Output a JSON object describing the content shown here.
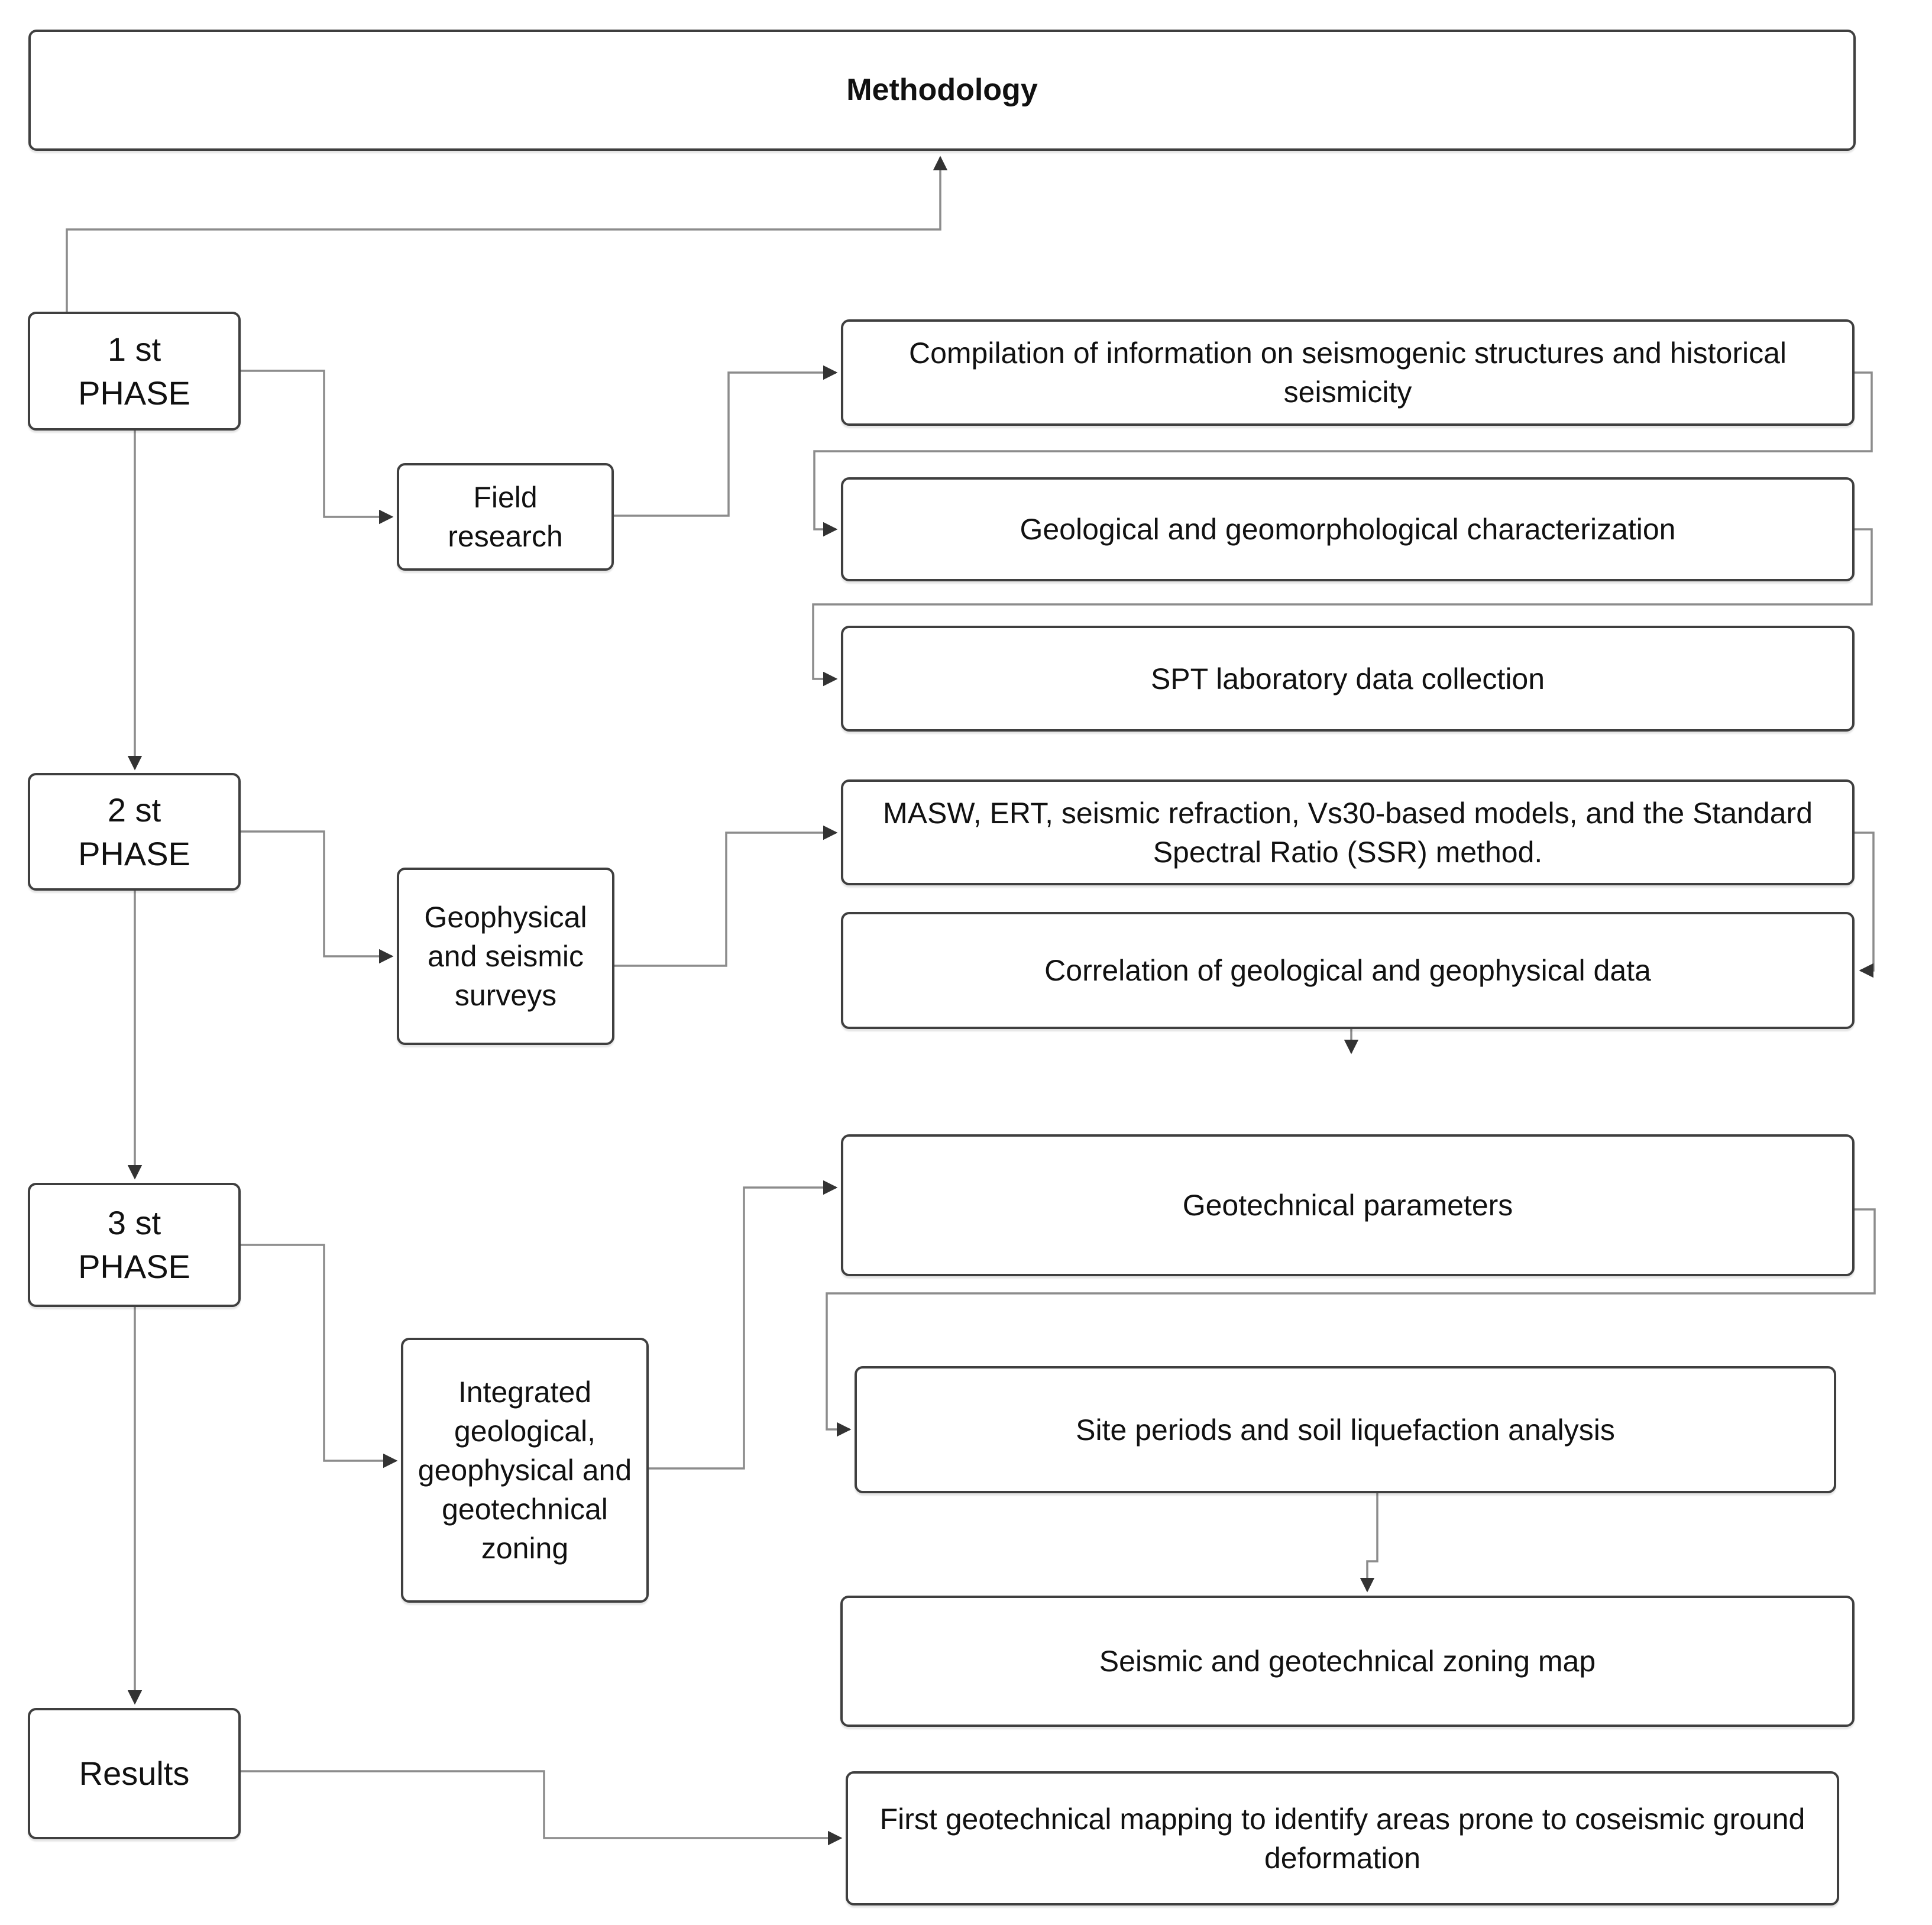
{
  "diagram": {
    "title": "Methodology",
    "colors": {
      "background": "#ffffff",
      "box_border": "#3f3f3f",
      "connector_line": "#8c8c8c",
      "arrowhead": "#333333",
      "text": "#111111"
    },
    "nodes": {
      "methodology": {
        "label": "Methodology"
      },
      "phase1": {
        "label": "1 st PHASE"
      },
      "phase2": {
        "label": "2 st PHASE"
      },
      "phase3": {
        "label": "3 st PHASE"
      },
      "results": {
        "label": "Results"
      },
      "field_research": {
        "label": "Field research"
      },
      "geophysical_surveys": {
        "label": "Geophysical and seismic surveys"
      },
      "integrated_zoning": {
        "label": "Integrated geological, geophysical and geotechnical zoning"
      },
      "compilation": {
        "label": "Compilation of information on seismogenic structures and historical seismicity"
      },
      "geo_characterization": {
        "label": "Geological and geomorphological characterization"
      },
      "spt_collection": {
        "label": "SPT laboratory data collection"
      },
      "masw_methods": {
        "label": "MASW, ERT, seismic refraction, Vs30-based models, and the Standard Spectral Ratio (SSR) method."
      },
      "correlation": {
        "label": "Correlation of geological and geophysical data"
      },
      "geotechnical_parameters": {
        "label": "Geotechnical parameters"
      },
      "site_periods": {
        "label": "Site periods and soil liquefaction analysis"
      },
      "zoning_map": {
        "label": "Seismic and geotechnical zoning map"
      },
      "first_mapping": {
        "label": "First geotechnical mapping to identify areas prone to coseismic ground deformation"
      }
    },
    "edges": [
      {
        "from": "phase1",
        "to": "methodology"
      },
      {
        "from": "phase1",
        "to": "phase2"
      },
      {
        "from": "phase2",
        "to": "phase3"
      },
      {
        "from": "phase3",
        "to": "results"
      },
      {
        "from": "phase1",
        "to": "field_research"
      },
      {
        "from": "field_research",
        "to": "compilation"
      },
      {
        "from": "compilation",
        "to": "geo_characterization"
      },
      {
        "from": "geo_characterization",
        "to": "spt_collection"
      },
      {
        "from": "phase2",
        "to": "geophysical_surveys"
      },
      {
        "from": "geophysical_surveys",
        "to": "masw_methods"
      },
      {
        "from": "masw_methods",
        "to": "correlation"
      },
      {
        "from": "correlation",
        "to": "down"
      },
      {
        "from": "phase3",
        "to": "integrated_zoning"
      },
      {
        "from": "integrated_zoning",
        "to": "geotechnical_parameters"
      },
      {
        "from": "geotechnical_parameters",
        "to": "site_periods"
      },
      {
        "from": "site_periods",
        "to": "zoning_map"
      },
      {
        "from": "results",
        "to": "first_mapping"
      }
    ]
  }
}
